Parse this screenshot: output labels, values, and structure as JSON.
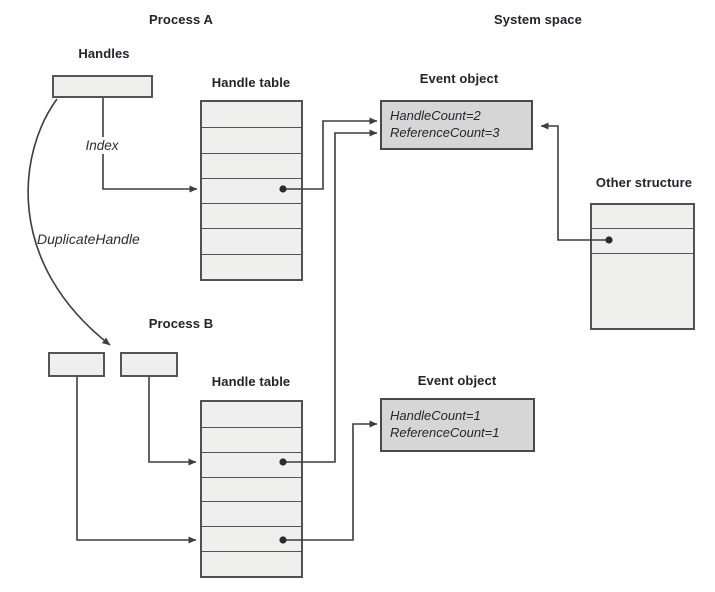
{
  "diagram": {
    "titles": {
      "process_a": "Process A",
      "system_space": "System space",
      "process_b": "Process B"
    },
    "labels": {
      "handles": "Handles",
      "handle_table_a": "Handle table",
      "handle_table_b": "Handle table",
      "event_object_a": "Event object",
      "event_object_b": "Event object",
      "other_structure": "Other structure",
      "index": "Index",
      "duplicate_handle": "DuplicateHandle"
    },
    "event_object_a": {
      "fields": [
        "HandleCount=2",
        "ReferenceCount=3"
      ]
    },
    "event_object_b": {
      "fields": [
        "HandleCount=1",
        "ReferenceCount=1"
      ]
    },
    "structure": {
      "handle_table_a_rows": 7,
      "handle_table_b_rows": 7,
      "other_structure_rows": 3,
      "pointer_rows": {
        "handle_table_a": [
          4
        ],
        "handle_table_b": [
          3,
          6
        ],
        "other_structure": [
          2
        ]
      }
    },
    "colors": {
      "box_fill": "#efefee",
      "event_fill": "#d6d6d6",
      "border": "#505156",
      "wire": "#3d3d42",
      "text": "#23232d",
      "background": "#ffffff"
    }
  }
}
